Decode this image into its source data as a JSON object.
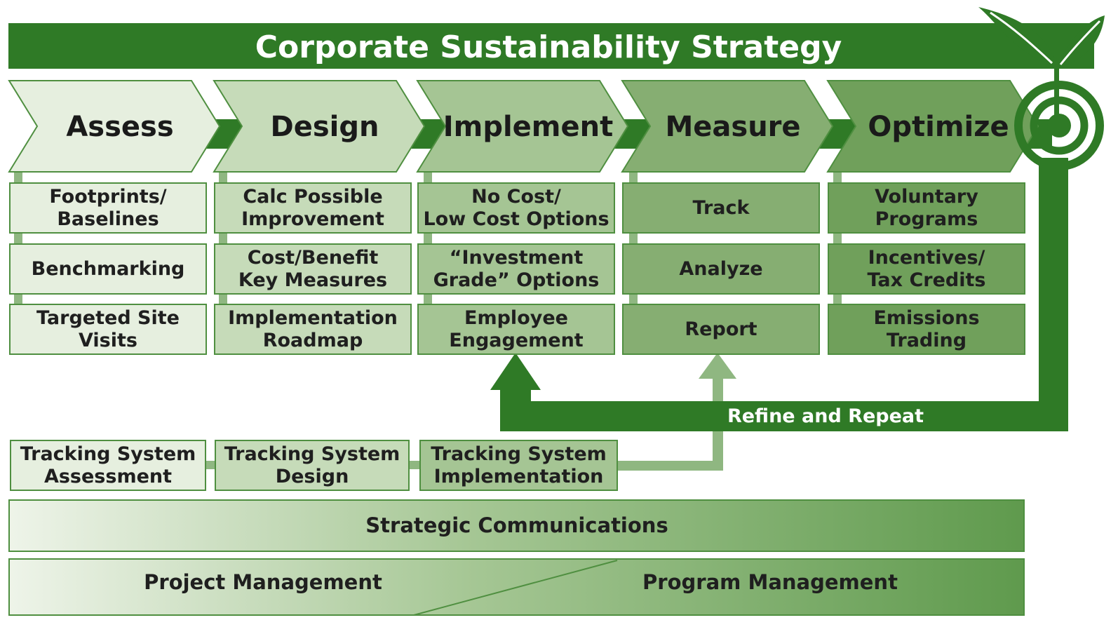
{
  "title": "Corporate Sustainability Strategy",
  "colors": {
    "dark_green": "#2f7a26",
    "border_green": "#4f8f40",
    "phase_fills": [
      "#e6efdf",
      "#c6dbb9",
      "#a5c594",
      "#86ae72",
      "#70a05b"
    ]
  },
  "phases": [
    {
      "label": "Assess",
      "items": [
        "Footprints/\nBaselines",
        "Benchmarking",
        "Targeted Site\nVisits"
      ]
    },
    {
      "label": "Design",
      "items": [
        "Calc Possible\nImprovement",
        "Cost/Benefit\nKey Measures",
        "Implementation\nRoadmap"
      ]
    },
    {
      "label": "Implement",
      "items": [
        "No Cost/\nLow Cost Options",
        "“Investment\nGrade” Options",
        "Employee\nEngagement"
      ]
    },
    {
      "label": "Measure",
      "items": [
        "Track",
        "Analyze",
        "Report"
      ]
    },
    {
      "label": "Optimize",
      "items": [
        "Voluntary\nPrograms",
        "Incentives/\nTax Credits",
        "Emissions\nTrading"
      ]
    }
  ],
  "loop_label": "Refine and Repeat",
  "tracking": [
    "Tracking System\nAssessment",
    "Tracking System\nDesign",
    "Tracking System\nImplementation"
  ],
  "bands": {
    "communications": "Strategic Communications",
    "project": "Project Management",
    "program": "Program Management"
  },
  "icons": [
    "leaf-icon",
    "target-icon"
  ]
}
